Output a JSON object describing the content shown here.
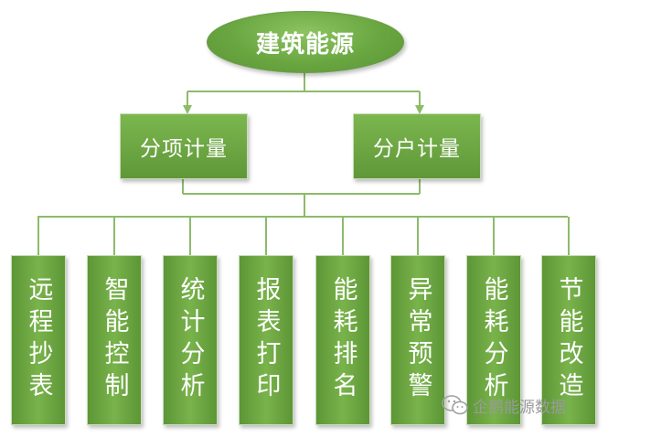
{
  "colors": {
    "accent": "#6aa83f",
    "connector": "#8dbb6a"
  },
  "root": {
    "label": "建筑能源"
  },
  "mid_nodes": [
    {
      "label": "分项计量"
    },
    {
      "label": "分户计量"
    }
  ],
  "leaf_nodes": [
    {
      "label": "远程抄表"
    },
    {
      "label": "智能控制"
    },
    {
      "label": "统计分析"
    },
    {
      "label": "报表打印"
    },
    {
      "label": "能耗排名"
    },
    {
      "label": "异常预警"
    },
    {
      "label": "能耗分析"
    },
    {
      "label": "节能改造"
    }
  ],
  "watermark": {
    "text": "企鹅能源数据",
    "icon": "wechat-icon"
  }
}
